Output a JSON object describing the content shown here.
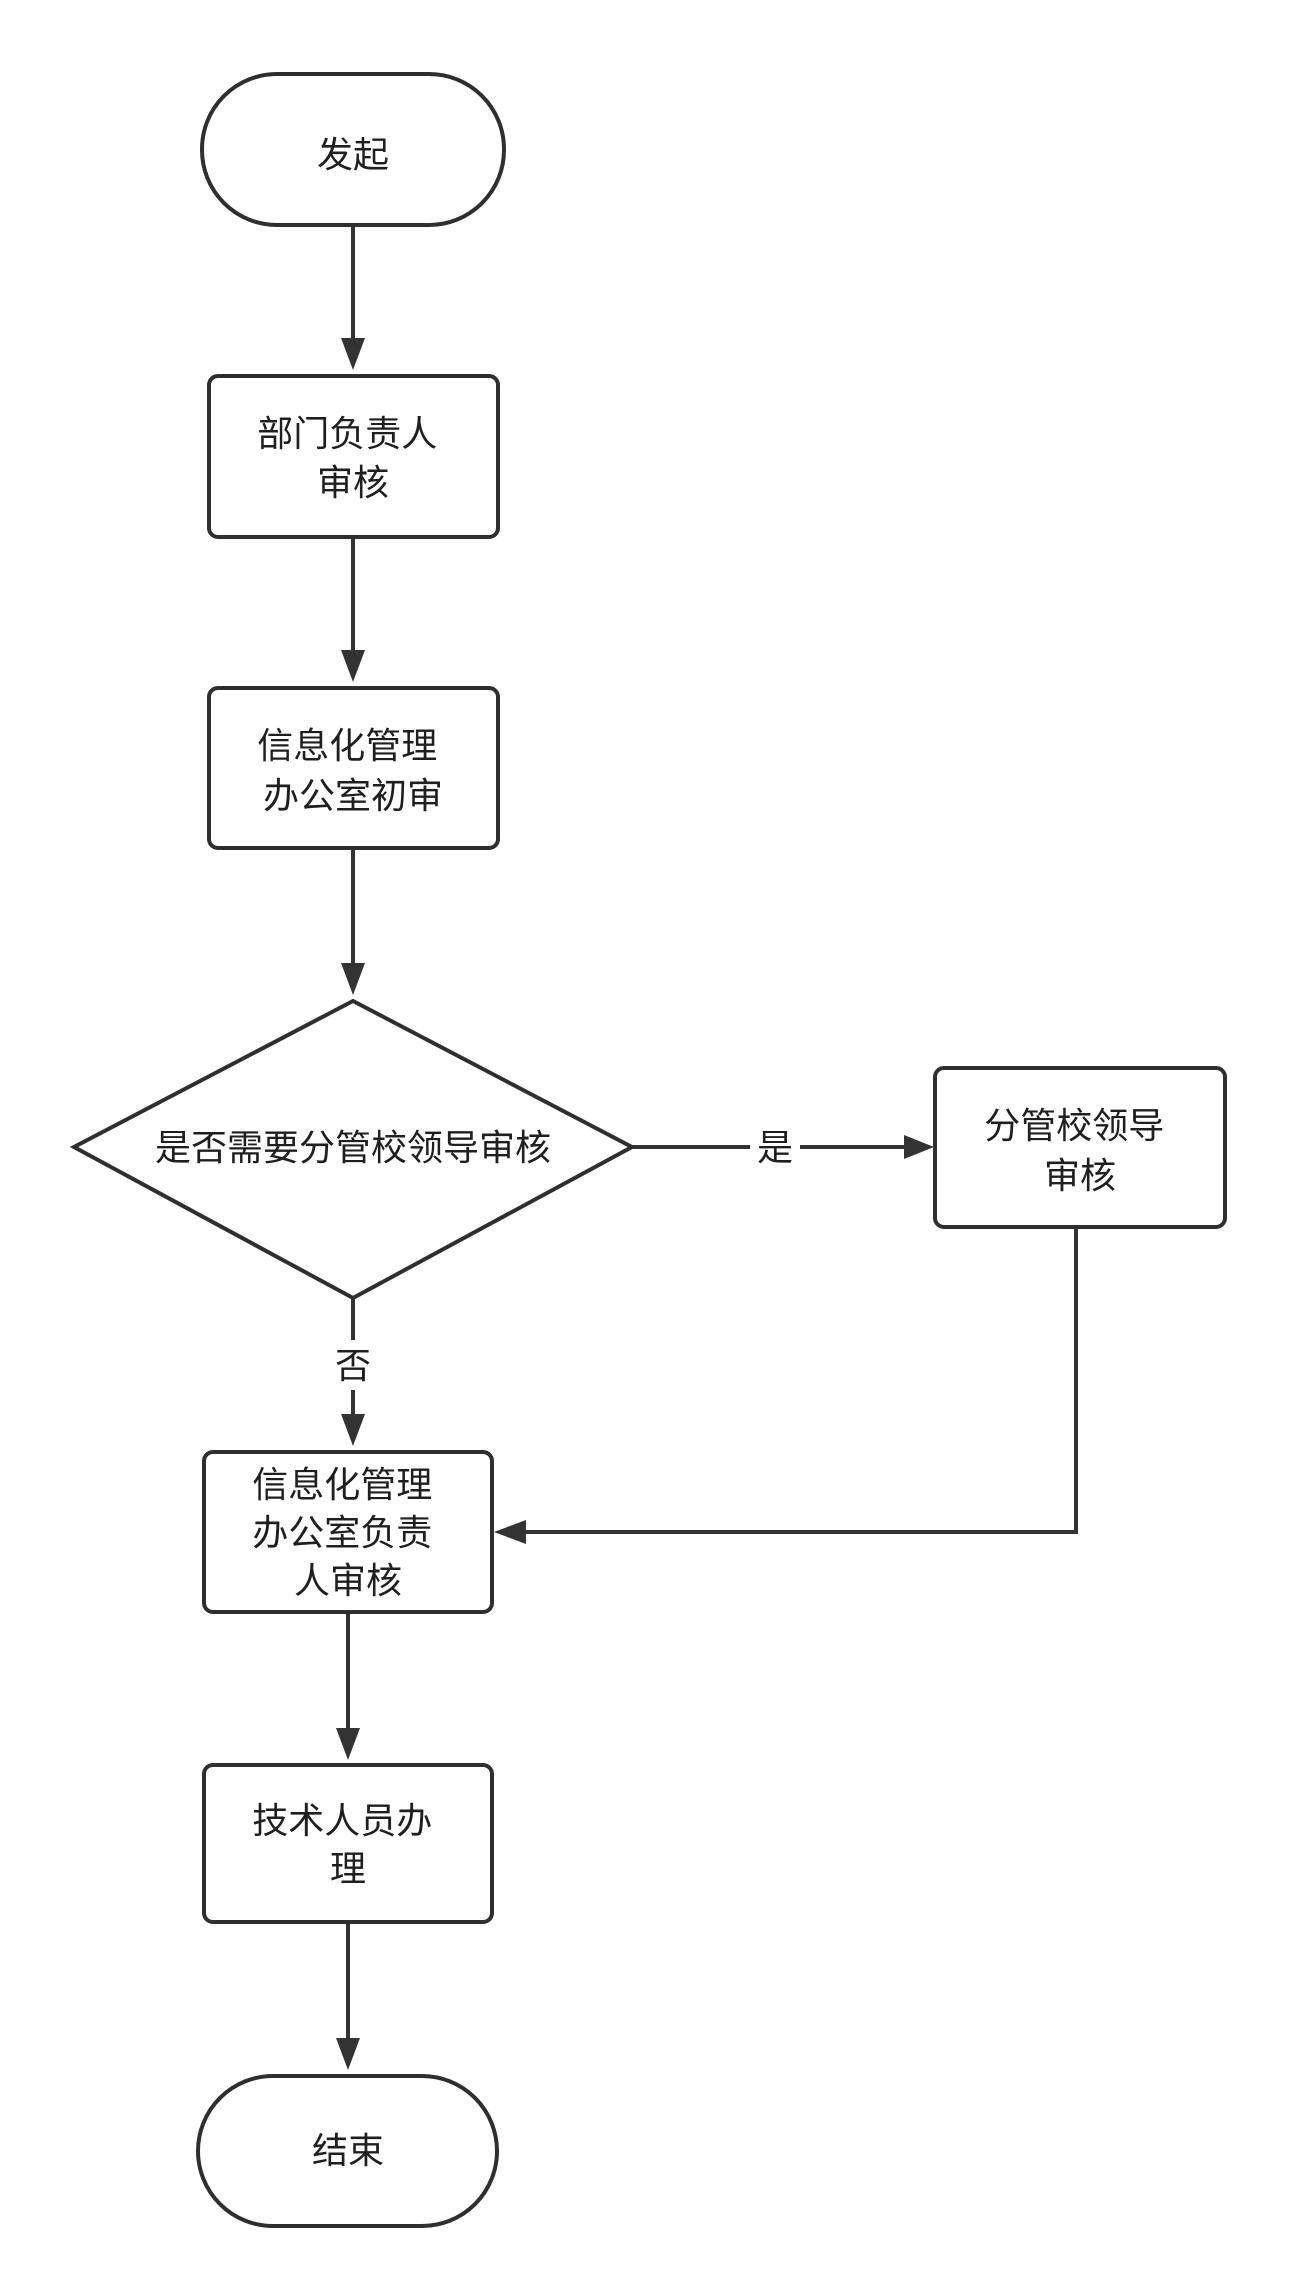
{
  "nodes": {
    "start": {
      "shape": "terminator",
      "lines": [
        "发起"
      ]
    },
    "dept_review": {
      "shape": "process",
      "lines": [
        "部门负责人",
        "审核"
      ]
    },
    "it_initial_review": {
      "shape": "process",
      "lines": [
        "信息化管理",
        "办公室初审"
      ]
    },
    "decision": {
      "shape": "decision",
      "lines": [
        "是否需要分管校领导审核"
      ]
    },
    "leader_review": {
      "shape": "process",
      "lines": [
        "分管校领导",
        "审核"
      ]
    },
    "it_head_review": {
      "shape": "process",
      "lines": [
        "信息化管理",
        "办公室负责",
        "人审核"
      ]
    },
    "tech_handle": {
      "shape": "process",
      "lines": [
        "技术人员办",
        "理"
      ]
    },
    "end": {
      "shape": "terminator",
      "lines": [
        "结束"
      ]
    }
  },
  "edges": {
    "yes_label": "是",
    "no_label": "否"
  },
  "colors": {
    "stroke": "#2f2f2f",
    "text": "#1f1f1f",
    "background": "#ffffff"
  }
}
